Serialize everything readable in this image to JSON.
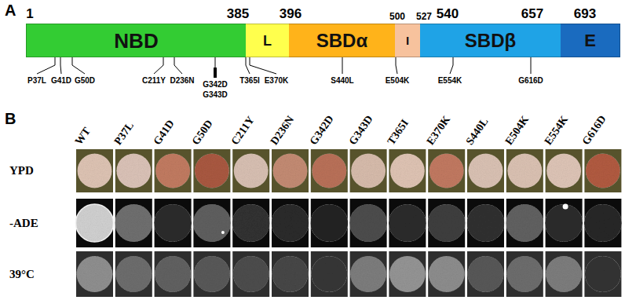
{
  "diagram": {
    "nodes": [
      {
        "text": [
          "NBD"
        ]
      },
      {
        "text": [
          "L"
        ]
      },
      {
        "text": [
          "SBDα"
        ]
      },
      {
        "text": [
          "I"
        ]
      },
      {
        "text": [
          "SBDβ"
        ]
      },
      {
        "text": [
          "E"
        ]
      }
    ],
    "labels": [
      "A",
      "1",
      "385",
      "396",
      "500",
      "527",
      "540",
      "657",
      "693",
      "P37L",
      "G41D",
      "G50D",
      "C211Y",
      "D236N",
      "G342D",
      "G343D",
      "T365I",
      "E370K",
      "S440L",
      "E504K",
      "E554K",
      "G616D",
      "B",
      "WT",
      "P37L",
      "G41D",
      "G50D",
      "C211Y",
      "D236N",
      "G342D",
      "G343D",
      "T365I",
      "E370K",
      "S440L",
      "E504K",
      "E554K",
      "G616D",
      "YPD",
      "-ADE",
      "39°C"
    ]
  }
}
